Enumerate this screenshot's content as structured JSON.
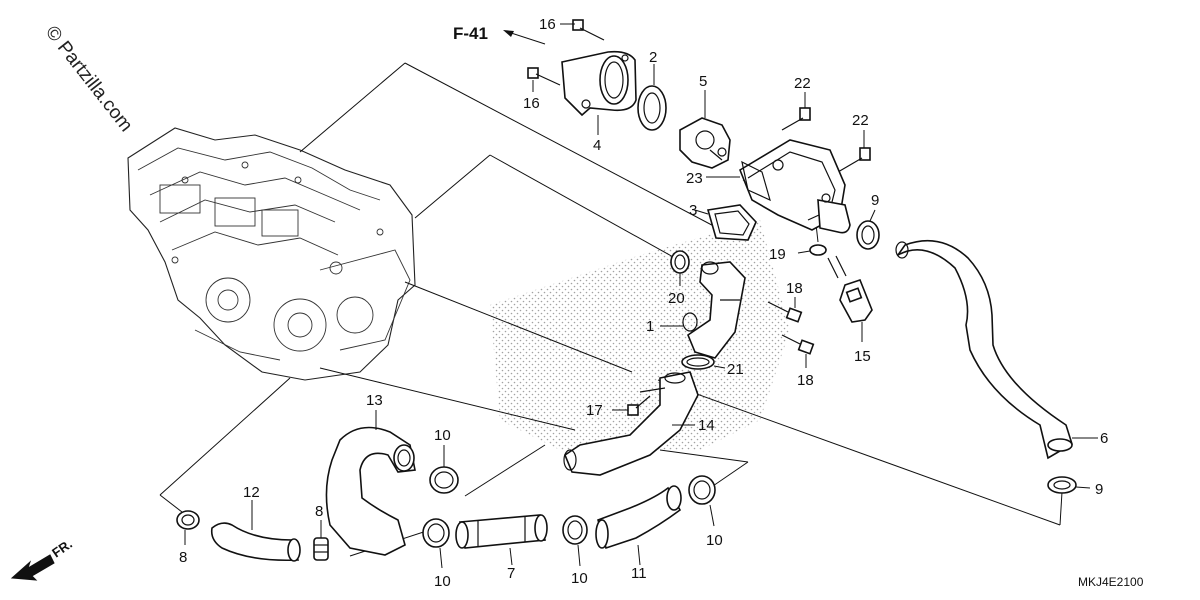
{
  "watermark": "© Partzilla.com",
  "frame_ref": "F-41",
  "direction_label": "FR.",
  "diagram_code": "MKJ4E2100",
  "callouts": {
    "c1": "1",
    "c2": "2",
    "c3": "3",
    "c4": "4",
    "c5": "5",
    "c6": "6",
    "c7": "7",
    "c8a": "8",
    "c8b": "8",
    "c9a": "9",
    "c9b": "9",
    "c10a": "10",
    "c10b": "10",
    "c10c": "10",
    "c10d": "10",
    "c11": "11",
    "c12": "12",
    "c13": "13",
    "c14": "14",
    "c15": "15",
    "c16a": "16",
    "c16b": "16",
    "c17": "17",
    "c18a": "18",
    "c18b": "18",
    "c19": "19",
    "c20": "20",
    "c21": "21",
    "c22a": "22",
    "c22b": "22",
    "c23": "23"
  },
  "icons": {
    "fr_arrow": "front-direction-arrow-icon",
    "f41_arrow": "reference-arrow-icon"
  }
}
